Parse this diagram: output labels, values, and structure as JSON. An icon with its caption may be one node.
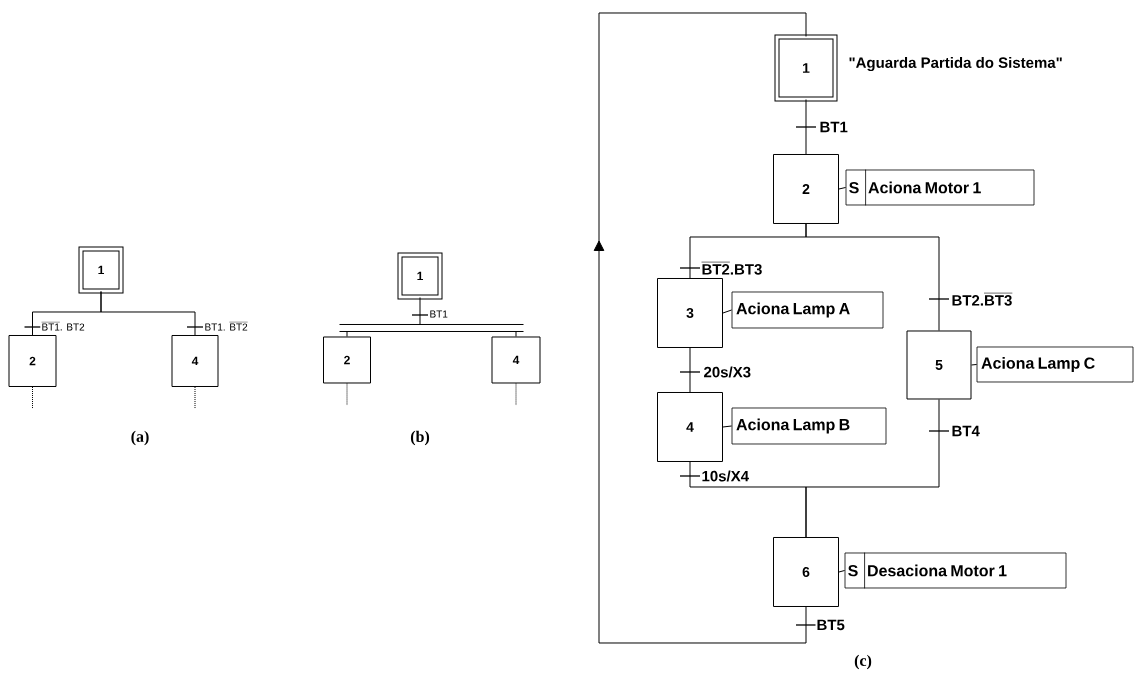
{
  "diagram": {
    "nodes": [
      {
        "text": [
          "1"
        ]
      },
      {
        "text": [
          "2"
        ]
      },
      {
        "text": [
          "4"
        ]
      },
      {
        "text": [
          "1"
        ]
      },
      {
        "text": [],
        "shape": "bar"
      },
      {
        "text": [
          "2"
        ]
      },
      {
        "text": [
          "4"
        ]
      },
      {
        "text": [
          "1"
        ],
        "beside": [
          "\"Aguarda Partida do Sistema\""
        ]
      },
      {
        "text": [
          "2"
        ]
      },
      {
        "text": [
          "S",
          "Aciona Motor 1"
        ]
      },
      {
        "text": [
          "3"
        ]
      },
      {
        "text": [
          "Aciona Lamp A"
        ]
      },
      {
        "text": [
          "4"
        ]
      },
      {
        "text": [
          "Aciona Lamp B"
        ]
      },
      {
        "text": [
          "5"
        ]
      },
      {
        "text": [
          "Aciona Lamp C"
        ]
      },
      {
        "text": [
          "6"
        ]
      },
      {
        "text": [
          "S",
          "Desaciona Motor 1"
        ]
      }
    ],
    "edges": [
      {
        "from": 0,
        "to": 1,
        "arrow": "none",
        "label": "\\overline{\\text{BT1}}\\text{. BT2}"
      },
      {
        "from": 0,
        "to": 2,
        "arrow": "none",
        "label": "\\text{BT1. }\\overline{\\text{BT2}}"
      },
      {
        "from": 1,
        "to": null,
        "arrow": "none",
        "style": "dashed"
      },
      {
        "from": 2,
        "to": null,
        "arrow": "none",
        "style": "dashed"
      },
      {
        "from": 3,
        "to": 4,
        "arrow": "none",
        "label": "BT1"
      },
      {
        "from": 4,
        "to": 5,
        "arrow": "none"
      },
      {
        "from": 4,
        "to": 6,
        "arrow": "none"
      },
      {
        "from": 5,
        "to": null,
        "arrow": "none",
        "style": "dashed"
      },
      {
        "from": 6,
        "to": null,
        "arrow": "none",
        "style": "dashed"
      },
      {
        "from": 7,
        "to": 8,
        "arrow": "none",
        "label": "BT1"
      },
      {
        "from": 8,
        "to": 9,
        "arrow": "none"
      },
      {
        "from": 8,
        "to": 10,
        "arrow": "none",
        "label": "\\overline{\\text{BT2}}\\text{.BT3}"
      },
      {
        "from": 8,
        "to": 14,
        "arrow": "none",
        "label": "\\text{BT2.}\\overline{\\text{BT3}}"
      },
      {
        "from": 10,
        "to": 11,
        "arrow": "none"
      },
      {
        "from": 10,
        "to": 12,
        "arrow": "none",
        "label": "20s/X3"
      },
      {
        "from": 12,
        "to": 13,
        "arrow": "none"
      },
      {
        "from": 12,
        "to": 16,
        "arrow": "none",
        "label": "10s/X4"
      },
      {
        "from": 14,
        "to": 15,
        "arrow": "none"
      },
      {
        "from": 14,
        "to": 16,
        "arrow": "none",
        "label": "BT4"
      },
      {
        "from": 16,
        "to": 17,
        "arrow": "none"
      },
      {
        "from": 16,
        "to": 7,
        "arrow": "to",
        "label": "BT5"
      }
    ],
    "labels": [
      "(a)",
      "(b)",
      "(c)"
    ]
  }
}
